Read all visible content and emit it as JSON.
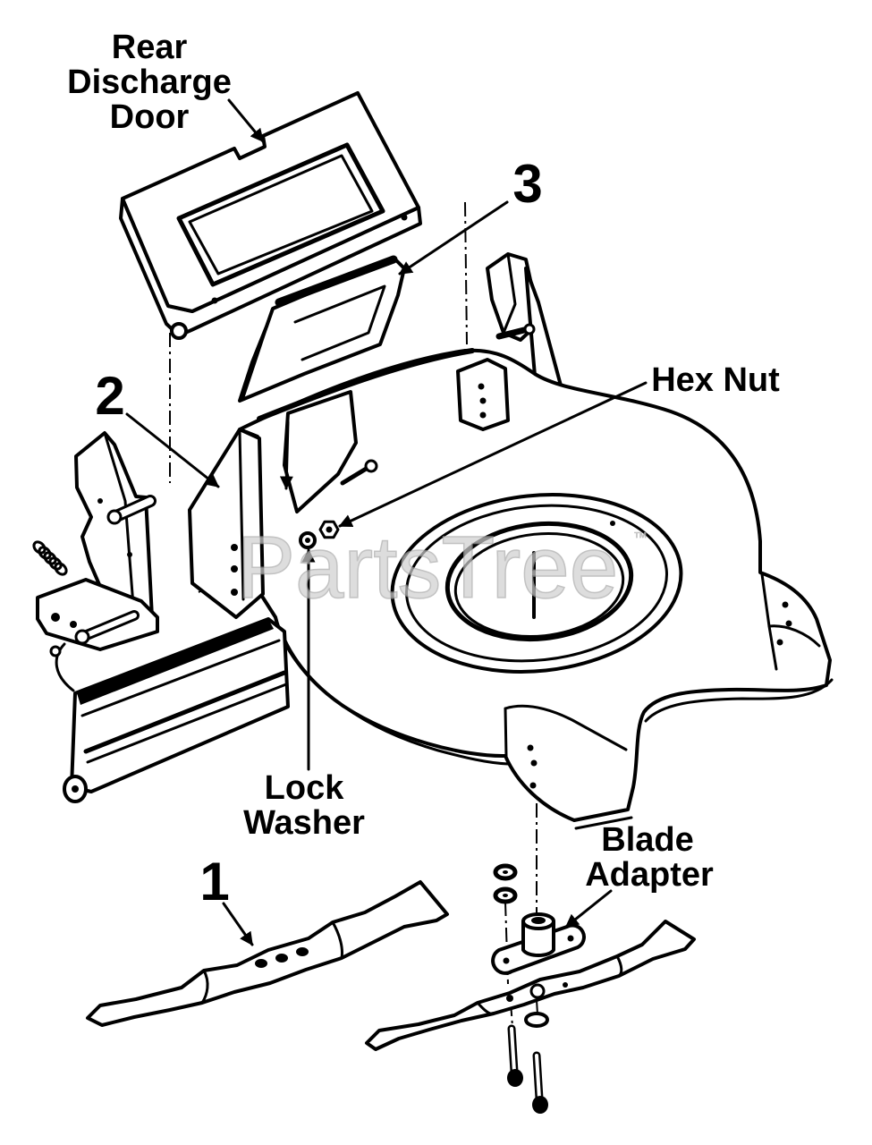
{
  "labels": {
    "rear_discharge_door": [
      "Rear",
      "Discharge",
      "Door"
    ],
    "item_3": "3",
    "hex_nut": "Hex Nut",
    "item_2": "2",
    "lock_washer": [
      "Lock",
      "Washer"
    ],
    "blade_adapter": [
      "Blade",
      "Adapter"
    ],
    "item_1": "1"
  },
  "watermark": {
    "text": "PartsTree",
    "trademark": "™"
  },
  "colors": {
    "ink": "#000000",
    "paper": "#ffffff",
    "watermark": "#cfcfcf"
  }
}
